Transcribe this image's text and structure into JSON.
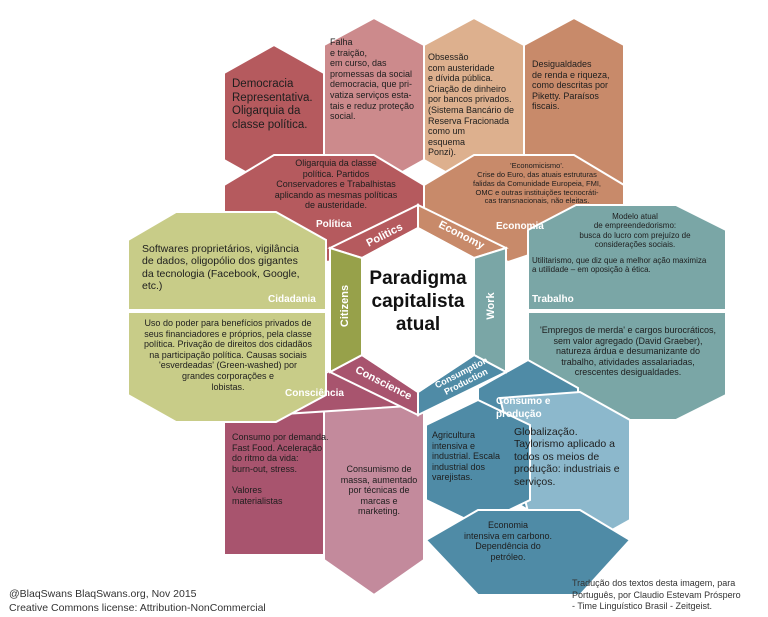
{
  "colors": {
    "politics": "#b55a5e",
    "politics_light": "#cc8a8c",
    "economy": "#c88a6a",
    "economy_light": "#ddb08e",
    "work": "#7aa6a6",
    "work_light": "#9fc1c1",
    "production": "#4f8ba6",
    "production_light": "#8cb8cc",
    "conscience": "#a8546e",
    "conscience_light": "#c38a9c",
    "citizens": "#97a14a",
    "citizens_light": "#c8cc88"
  },
  "center": {
    "title": "Paradigma\ncapitalista\natual"
  },
  "ring_labels": {
    "politics": "Politics",
    "economy": "Economy",
    "work": "Work",
    "production": "Consumption\nProduction",
    "conscience": "Conscience",
    "citizens": "Citizens"
  },
  "section_labels": {
    "politica": "Política",
    "economia": "Economia",
    "trabalho": "Trabalho",
    "consumo": "Consumo e\nprodução",
    "consciencia": "Consciência",
    "cidadania": "Cidadania"
  },
  "texts": {
    "democracia": "Democracia\nRepresentativa.\nOligarquia da\nclasse política.",
    "falha": "Falha\ne traição,\nem curso, das\npromessas da social\ndemocracia, que pri-\nvatiza serviços esta-\ntais e reduz proteção\nsocial.",
    "oligarquia": "Oligarquia da classe\npolítica. Partidos\nConservadores e Trabalhistas\naplicando as mesmas políticas\nde austeridade.",
    "obsessao": "Obsessão\ncom austeridade\ne dívida pública.\nCriação de dinheiro\npor bancos privados.\n(Sistema Bancário de\nReserva Fracionada\ncomo um\nesquema\nPonzi).",
    "desigualdades": "Desigualdades\nde renda e riqueza,\ncomo descritas por\nPiketty.    Paraísos\nfiscais.",
    "economicismo": "'Economicismo'.\nCrise do Euro, das atuais estruturas\nfalidas da Comunidade Europeia, FMI,\nOMC e outras instituições tecnocráti-\ncas transnacionais, não eleitas.",
    "modelo": "Modelo atual\nde empreendedorismo:\nbusca do lucro com prejuízo de\nconsiderações sociais.",
    "utilitarismo": "Utilitarismo, que diz que a melhor ação maximiza\na utilidade – em oposição à ética.",
    "empregos": "'Empregos de merda' e cargos burocráticos,\nsem valor agregado (David Graeber),\nnatureza árdua e desumanizante do\ntrabalho, atividades assalariadas,\ncrescentes desigualdades.",
    "globalizacao": "Globalização.\nTaylorismo aplicado a\ntodos os meios de\nprodução:   industriais e\nserviços.",
    "agricultura": "Agricultura\nintensiva e\nindustrial. Escala\nindustrial dos\nvarejistas.",
    "carbono": "Economia\nintensiva em carbono.\nDependência do\npetróleo.",
    "demanda": "Consumo por demanda.\nFast Food. Aceleração\ndo ritmo da vida:\nburn-out, stress.\n\nValores\nmaterialistas",
    "massa": "Consumismo  de\nmassa, aumentado\npor técnicas de\nmarcas e\nmarketing.",
    "softwares": "Softwares proprietários, vigilância\nde dados, oligopólio dos  gigantes\nda tecnologia (Facebook,  Google,\netc.)",
    "uso": "Uso do poder para benefícios privados de\nseus financiadores e próprios, pela classe\npolítica. Privação de direitos dos cidadãos\nna participação política.  Causas sociais\n'esverdeadas' (Green-washed) por\ngrandes corporações e\nlobistas."
  },
  "credits": {
    "left": "@BlaqSwans BlaqSwans.org, Nov 2015\nCreative Commons license: Attribution-NonCommercial",
    "right": "Tradução dos textos desta imagem, para\nPortuguês, por Claudio Estevam Próspero\n- Time Linguístico Brasil - Zeitgeist."
  }
}
